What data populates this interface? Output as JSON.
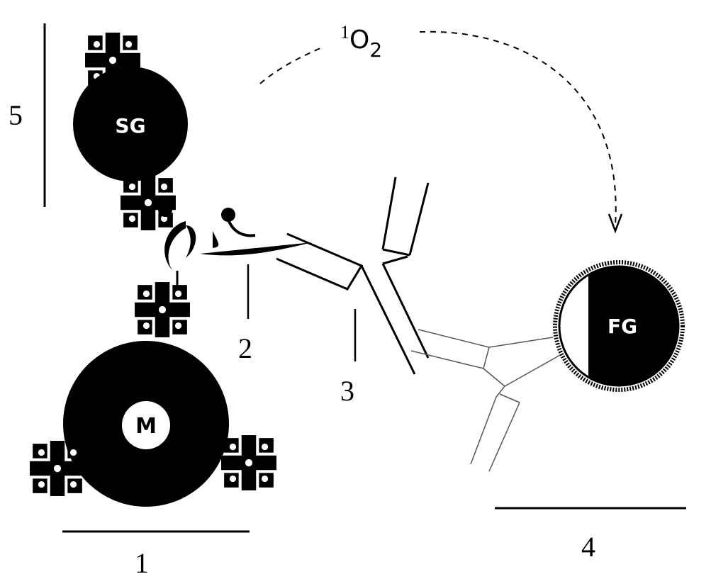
{
  "labels": {
    "component_1": "1",
    "component_2": "2",
    "component_3": "3",
    "component_4": "4",
    "component_5": "5"
  },
  "particles": {
    "magnetic_core": "M",
    "sensitizer": "SG",
    "fluorescent": "FG"
  },
  "singlet_oxygen": {
    "prefix": "1",
    "main": "O",
    "subscript": "2"
  },
  "colors": {
    "ink": "#000000",
    "paper": "#ffffff"
  }
}
